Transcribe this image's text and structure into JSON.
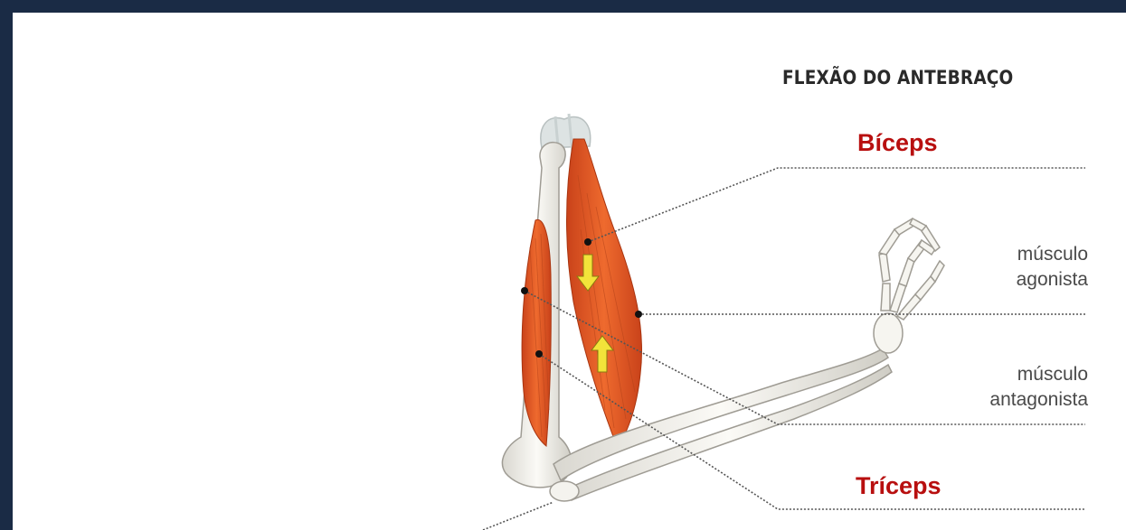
{
  "title": "FLEXÃO DO ANTEBRAÇO",
  "labels": {
    "biceps": "Bíceps",
    "triceps": "Tríceps",
    "agonista_1": "músculo",
    "agonista_2": "agonista",
    "antagonista_1": "músculo",
    "antagonista_2": "antagonista"
  },
  "colors": {
    "frame": "#1a2b45",
    "muscle": "#e0551f",
    "bone": "#f2f1ec",
    "arrow": "#f2e33a",
    "label_red": "#b80f0f"
  }
}
